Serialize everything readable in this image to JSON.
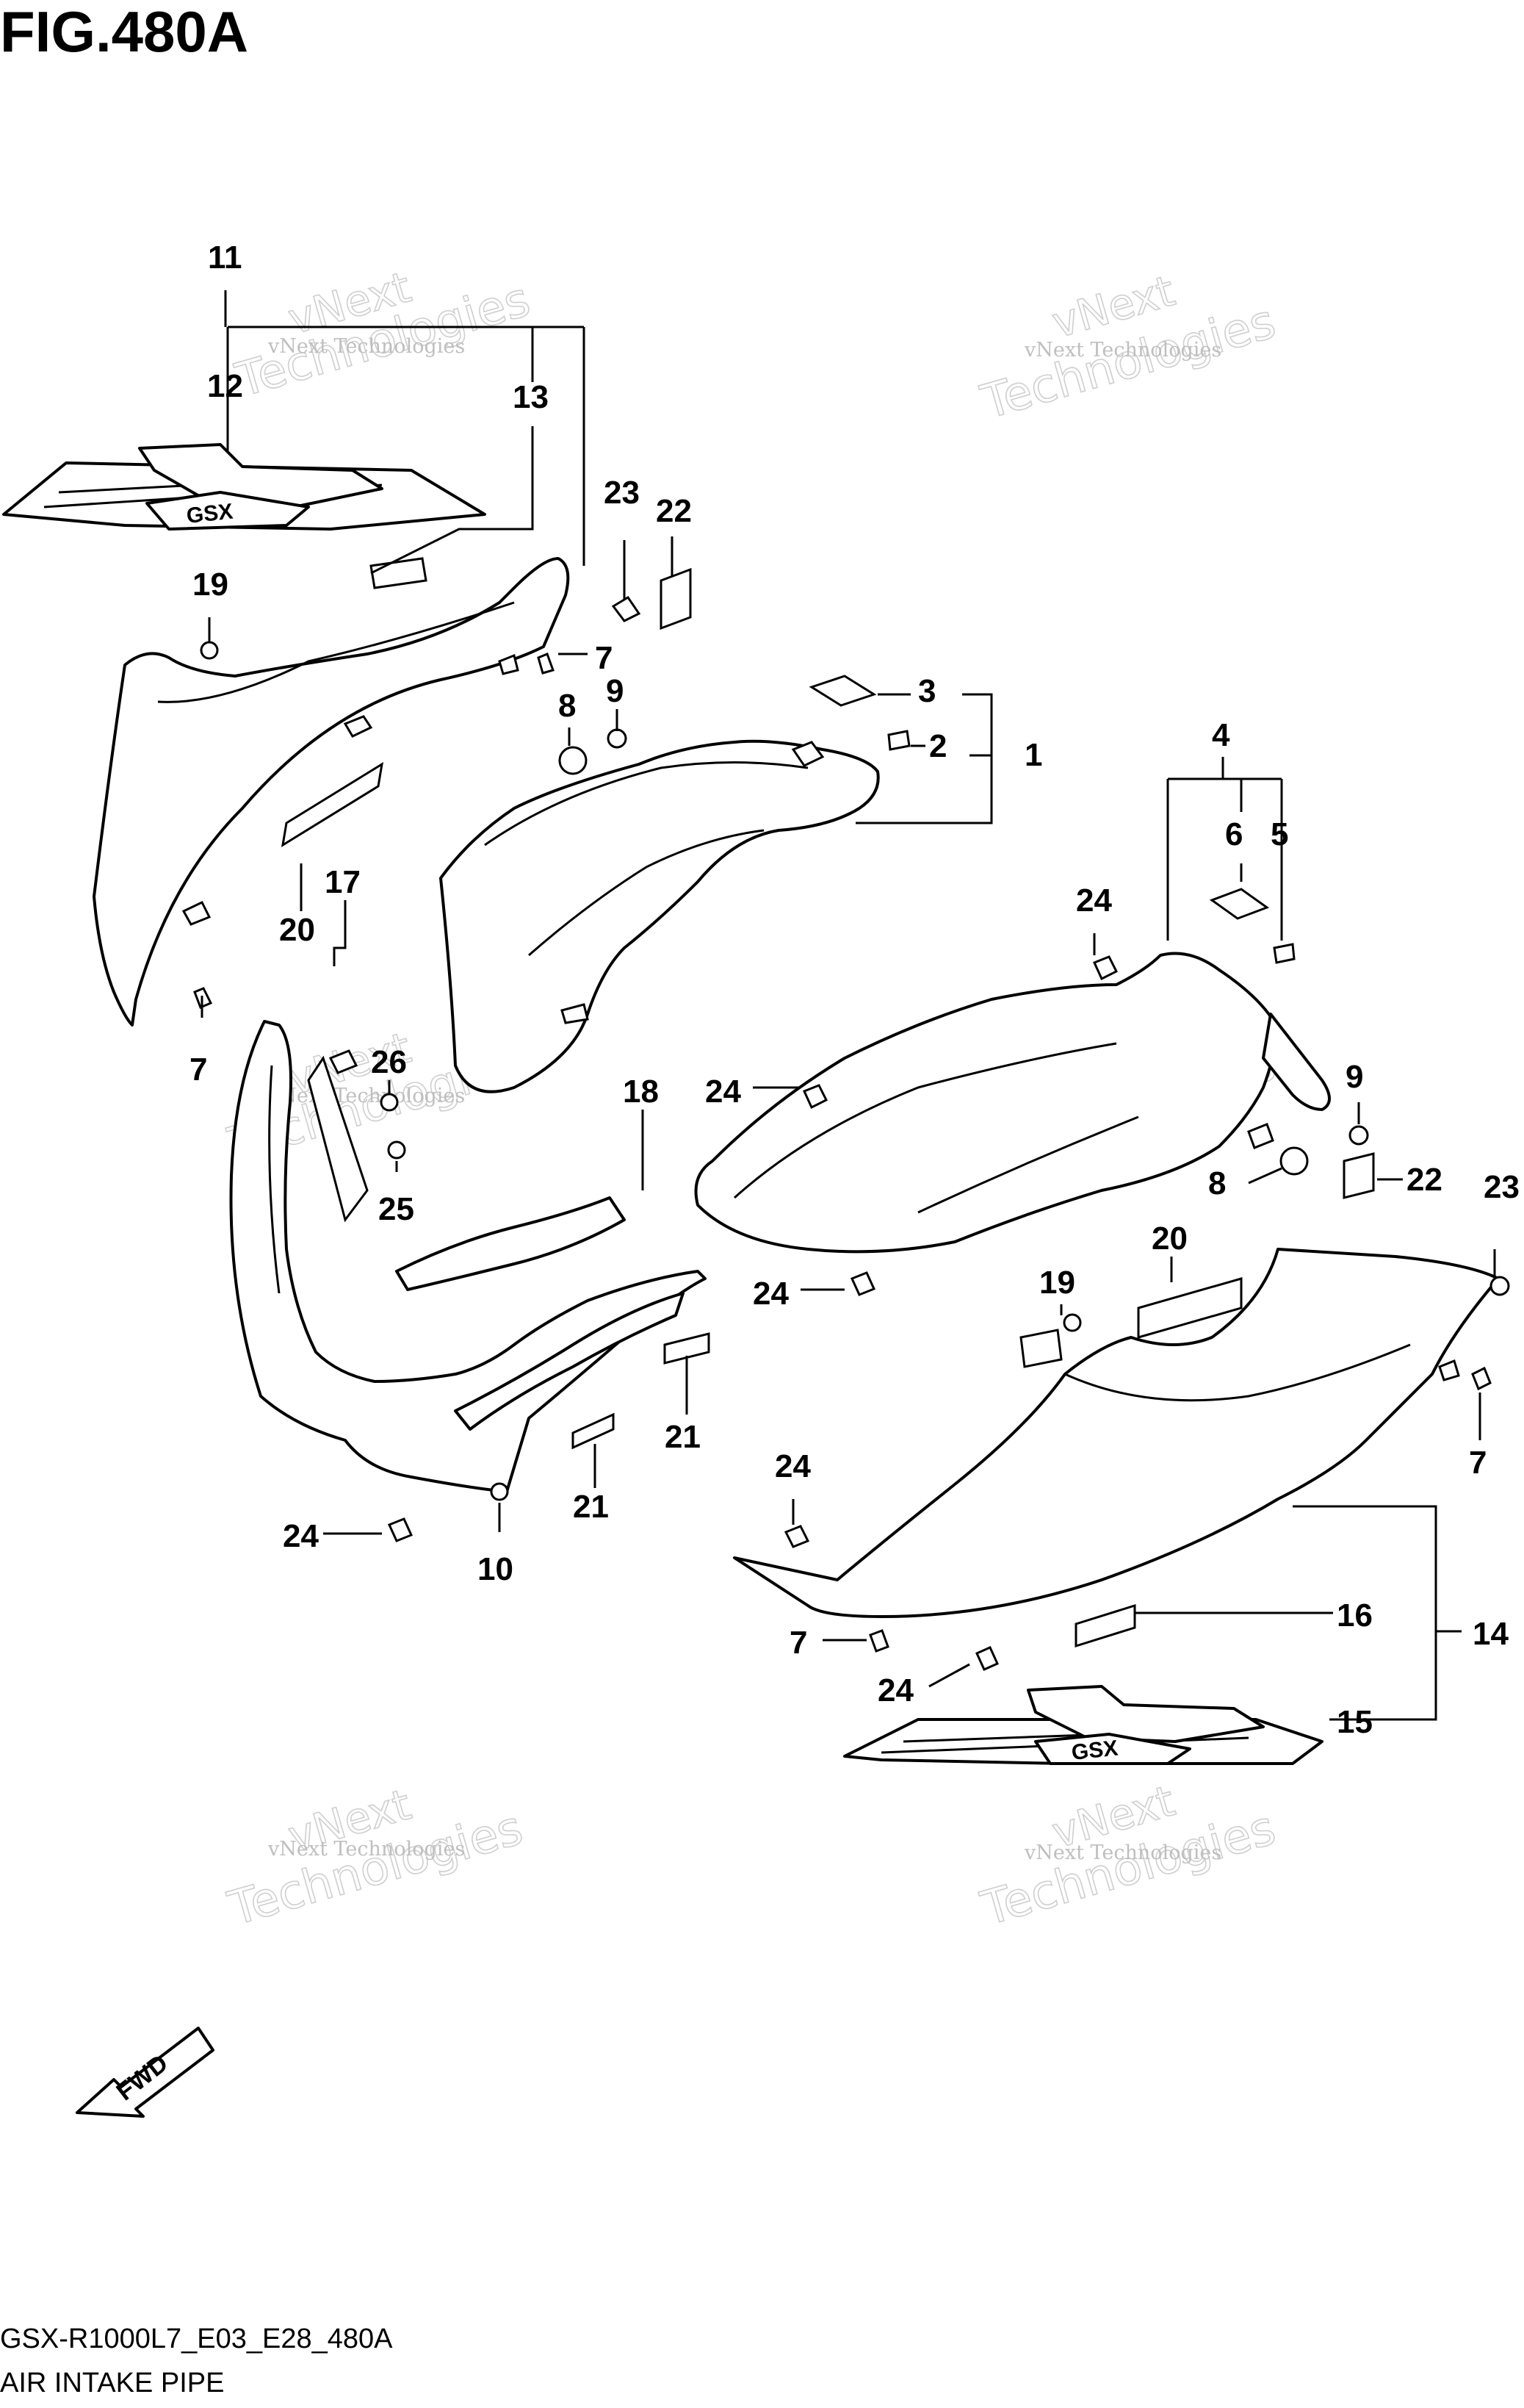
{
  "figure": {
    "title": "FIG.480A",
    "model_code": "GSX-R1000L7_E03_E28_480A",
    "section_name": "AIR INTAKE PIPE",
    "fwd_label": "FWD",
    "emblem_text": "GSX"
  },
  "watermark": {
    "line1": "vNext Technologies",
    "line2": "vNext",
    "line3": "Technologies"
  },
  "callouts": {
    "c11": "11",
    "c12": "12",
    "c13": "13",
    "c19a": "19",
    "c23a": "23",
    "c22a": "22",
    "c7a": "7",
    "c8a": "8",
    "c9a": "9",
    "c3": "3",
    "c2": "2",
    "c1": "1",
    "c4": "4",
    "c6": "6",
    "c5": "5",
    "c20a": "20",
    "c17": "17",
    "c7b": "7",
    "c26": "26",
    "c25": "25",
    "c18": "18",
    "c24a": "24",
    "c24b": "24",
    "c24c": "24",
    "c9b": "9",
    "c8b": "8",
    "c22b": "22",
    "c23b": "23",
    "c20b": "20",
    "c19b": "19",
    "c7c": "7",
    "c21a": "21",
    "c21b": "21",
    "c24d": "24",
    "c10": "10",
    "c24e": "24",
    "c16": "16",
    "c14": "14",
    "c7d": "7",
    "c24f": "24",
    "c15": "15"
  }
}
